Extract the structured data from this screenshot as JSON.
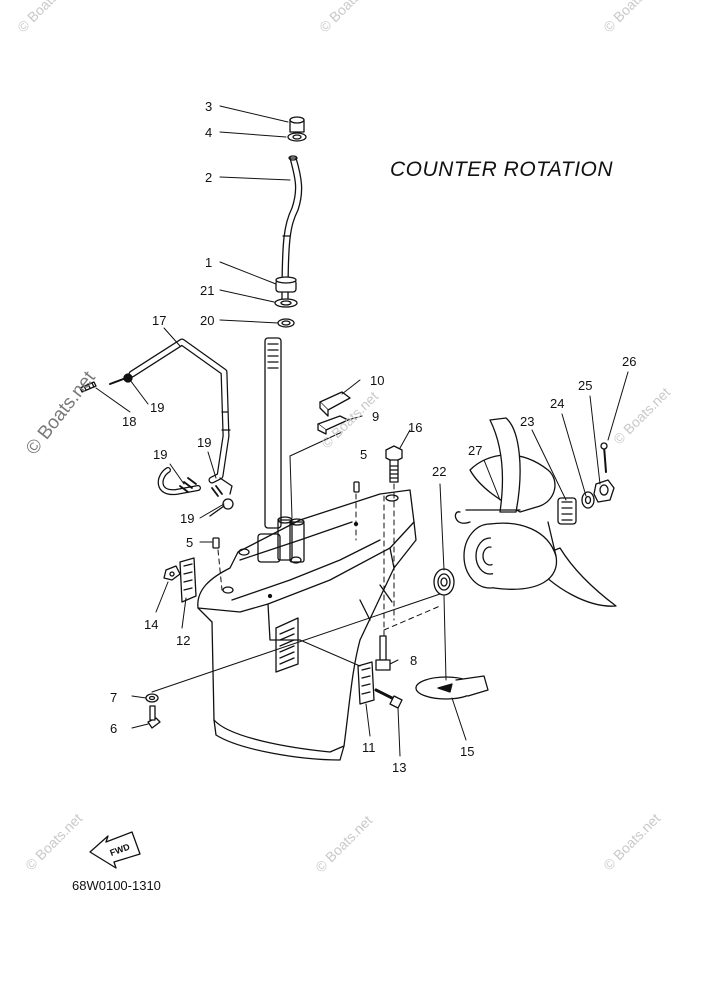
{
  "title": "COUNTER  ROTATION",
  "diagram_code": "68W0100-1310",
  "fwd_label": "FWD",
  "watermark": "© Boats.net",
  "callouts": [
    {
      "id": "c3",
      "label": "3"
    },
    {
      "id": "c4",
      "label": "4"
    },
    {
      "id": "c2",
      "label": "2"
    },
    {
      "id": "c1",
      "label": "1"
    },
    {
      "id": "c21",
      "label": "21"
    },
    {
      "id": "c20",
      "label": "20"
    },
    {
      "id": "c17",
      "label": "17"
    },
    {
      "id": "c19a",
      "label": "19"
    },
    {
      "id": "c18",
      "label": "18"
    },
    {
      "id": "c10",
      "label": "10"
    },
    {
      "id": "c9",
      "label": "9"
    },
    {
      "id": "c16",
      "label": "16"
    },
    {
      "id": "c5a",
      "label": "5"
    },
    {
      "id": "c19b",
      "label": "19"
    },
    {
      "id": "c19c",
      "label": "19"
    },
    {
      "id": "c19d",
      "label": "19"
    },
    {
      "id": "c5b",
      "label": "5"
    },
    {
      "id": "c14",
      "label": "14"
    },
    {
      "id": "c12",
      "label": "12"
    },
    {
      "id": "c22",
      "label": "22"
    },
    {
      "id": "c27",
      "label": "27"
    },
    {
      "id": "c23",
      "label": "23"
    },
    {
      "id": "c24",
      "label": "24"
    },
    {
      "id": "c25",
      "label": "25"
    },
    {
      "id": "c26",
      "label": "26"
    },
    {
      "id": "c8",
      "label": "8"
    },
    {
      "id": "c7",
      "label": "7"
    },
    {
      "id": "c6",
      "label": "6"
    },
    {
      "id": "c11",
      "label": "11"
    },
    {
      "id": "c13",
      "label": "13"
    },
    {
      "id": "c15",
      "label": "15"
    }
  ]
}
